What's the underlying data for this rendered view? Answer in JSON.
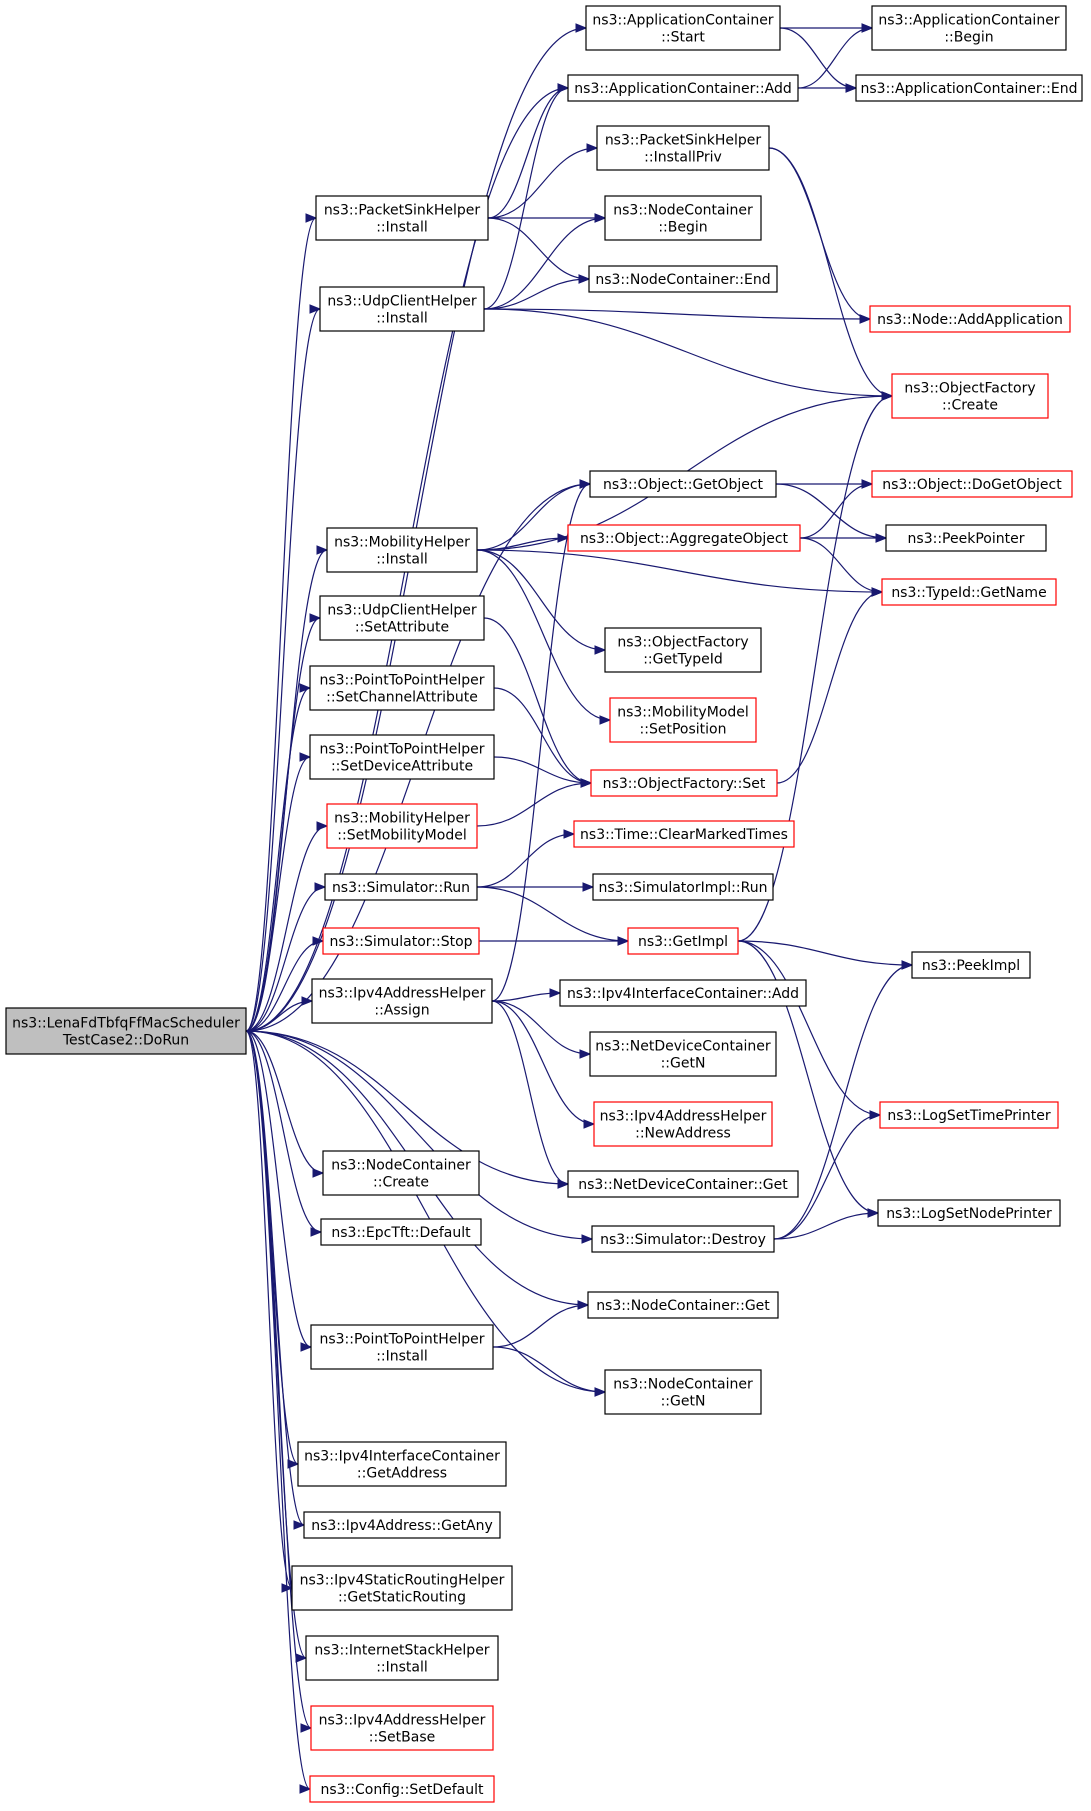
{
  "colors": {
    "edge": "#191970",
    "node_border": "#000000",
    "node_border_truncated": "#ff0000",
    "root_fill": "#bfbfbf",
    "node_fill": "#ffffff"
  },
  "nodes": [
    {
      "id": "root",
      "lines": [
        "ns3::LenaFdTbfqFfMacScheduler",
        "TestCase2::DoRun"
      ],
      "style": "root"
    },
    {
      "id": "app_start",
      "lines": [
        "ns3::ApplicationContainer",
        "::Start"
      ],
      "style": "normal"
    },
    {
      "id": "app_add",
      "lines": [
        "ns3::ApplicationContainer::Add"
      ],
      "style": "normal"
    },
    {
      "id": "app_begin",
      "lines": [
        "ns3::ApplicationContainer",
        "::Begin"
      ],
      "style": "normal"
    },
    {
      "id": "app_end",
      "lines": [
        "ns3::ApplicationContainer::End"
      ],
      "style": "normal"
    },
    {
      "id": "psh_installpriv",
      "lines": [
        "ns3::PacketSinkHelper",
        "::InstallPriv"
      ],
      "style": "normal"
    },
    {
      "id": "psh_install",
      "lines": [
        "ns3::PacketSinkHelper",
        "::Install"
      ],
      "style": "normal"
    },
    {
      "id": "nc_begin",
      "lines": [
        "ns3::NodeContainer",
        "::Begin"
      ],
      "style": "normal"
    },
    {
      "id": "nc_end",
      "lines": [
        "ns3::NodeContainer::End"
      ],
      "style": "normal"
    },
    {
      "id": "uch_install",
      "lines": [
        "ns3::UdpClientHelper",
        "::Install"
      ],
      "style": "normal"
    },
    {
      "id": "node_addapp",
      "lines": [
        "ns3::Node::AddApplication"
      ],
      "style": "truncated"
    },
    {
      "id": "of_create",
      "lines": [
        "ns3::ObjectFactory",
        "::Create"
      ],
      "style": "truncated"
    },
    {
      "id": "obj_getobject",
      "lines": [
        "ns3::Object::GetObject"
      ],
      "style": "normal"
    },
    {
      "id": "obj_dogetobject",
      "lines": [
        "ns3::Object::DoGetObject"
      ],
      "style": "truncated"
    },
    {
      "id": "mh_install",
      "lines": [
        "ns3::MobilityHelper",
        "::Install"
      ],
      "style": "normal"
    },
    {
      "id": "obj_aggregate",
      "lines": [
        "ns3::Object::AggregateObject"
      ],
      "style": "truncated"
    },
    {
      "id": "peekpointer",
      "lines": [
        "ns3::PeekPointer"
      ],
      "style": "normal"
    },
    {
      "id": "typeid_getname",
      "lines": [
        "ns3::TypeId::GetName"
      ],
      "style": "truncated"
    },
    {
      "id": "uch_setattr",
      "lines": [
        "ns3::UdpClientHelper",
        "::SetAttribute"
      ],
      "style": "normal"
    },
    {
      "id": "of_gettypeid",
      "lines": [
        "ns3::ObjectFactory",
        "::GetTypeId"
      ],
      "style": "normal"
    },
    {
      "id": "p2p_setchannel",
      "lines": [
        "ns3::PointToPointHelper",
        "::SetChannelAttribute"
      ],
      "style": "normal"
    },
    {
      "id": "mm_setposition",
      "lines": [
        "ns3::MobilityModel",
        "::SetPosition"
      ],
      "style": "truncated"
    },
    {
      "id": "p2p_setdevice",
      "lines": [
        "ns3::PointToPointHelper",
        "::SetDeviceAttribute"
      ],
      "style": "normal"
    },
    {
      "id": "of_set",
      "lines": [
        "ns3::ObjectFactory::Set"
      ],
      "style": "truncated"
    },
    {
      "id": "mh_setmobility",
      "lines": [
        "ns3::MobilityHelper",
        "::SetMobilityModel"
      ],
      "style": "truncated"
    },
    {
      "id": "time_clear",
      "lines": [
        "ns3::Time::ClearMarkedTimes"
      ],
      "style": "truncated"
    },
    {
      "id": "sim_run",
      "lines": [
        "ns3::Simulator::Run"
      ],
      "style": "normal"
    },
    {
      "id": "simimpl_run",
      "lines": [
        "ns3::SimulatorImpl::Run"
      ],
      "style": "normal"
    },
    {
      "id": "sim_stop",
      "lines": [
        "ns3::Simulator::Stop"
      ],
      "style": "truncated"
    },
    {
      "id": "getimpl",
      "lines": [
        "ns3::GetImpl"
      ],
      "style": "truncated"
    },
    {
      "id": "peekimpl",
      "lines": [
        "ns3::PeekImpl"
      ],
      "style": "normal"
    },
    {
      "id": "ipv4ah_assign",
      "lines": [
        "ns3::Ipv4AddressHelper",
        "::Assign"
      ],
      "style": "normal"
    },
    {
      "id": "ipv4ic_add",
      "lines": [
        "ns3::Ipv4InterfaceContainer::Add"
      ],
      "style": "normal"
    },
    {
      "id": "ndc_getn",
      "lines": [
        "ns3::NetDeviceContainer",
        "::GetN"
      ],
      "style": "normal"
    },
    {
      "id": "ipv4ah_newaddr",
      "lines": [
        "ns3::Ipv4AddressHelper",
        "::NewAddress"
      ],
      "style": "truncated"
    },
    {
      "id": "logsettime",
      "lines": [
        "ns3::LogSetTimePrinter"
      ],
      "style": "truncated"
    },
    {
      "id": "nc_create",
      "lines": [
        "ns3::NodeContainer",
        "::Create"
      ],
      "style": "normal"
    },
    {
      "id": "ndc_get",
      "lines": [
        "ns3::NetDeviceContainer::Get"
      ],
      "style": "normal"
    },
    {
      "id": "logsetnode",
      "lines": [
        "ns3::LogSetNodePrinter"
      ],
      "style": "normal"
    },
    {
      "id": "epctft_default",
      "lines": [
        "ns3::EpcTft::Default"
      ],
      "style": "normal"
    },
    {
      "id": "sim_destroy",
      "lines": [
        "ns3::Simulator::Destroy"
      ],
      "style": "normal"
    },
    {
      "id": "nc_get",
      "lines": [
        "ns3::NodeContainer::Get"
      ],
      "style": "normal"
    },
    {
      "id": "p2p_install",
      "lines": [
        "ns3::PointToPointHelper",
        "::Install"
      ],
      "style": "normal"
    },
    {
      "id": "nc_getn",
      "lines": [
        "ns3::NodeContainer",
        "::GetN"
      ],
      "style": "normal"
    },
    {
      "id": "ipv4ic_getaddr",
      "lines": [
        "ns3::Ipv4InterfaceContainer",
        "::GetAddress"
      ],
      "style": "normal"
    },
    {
      "id": "ipv4addr_getany",
      "lines": [
        "ns3::Ipv4Address::GetAny"
      ],
      "style": "normal"
    },
    {
      "id": "ipv4srh_getstatic",
      "lines": [
        "ns3::Ipv4StaticRoutingHelper",
        "::GetStaticRouting"
      ],
      "style": "normal"
    },
    {
      "id": "ish_install",
      "lines": [
        "ns3::InternetStackHelper",
        "::Install"
      ],
      "style": "normal"
    },
    {
      "id": "ipv4ah_setbase",
      "lines": [
        "ns3::Ipv4AddressHelper",
        "::SetBase"
      ],
      "style": "truncated"
    },
    {
      "id": "config_setdefault",
      "lines": [
        "ns3::Config::SetDefault"
      ],
      "style": "truncated"
    }
  ],
  "edges": [
    [
      "root",
      "app_start"
    ],
    [
      "root",
      "app_add"
    ],
    [
      "root",
      "psh_install"
    ],
    [
      "root",
      "uch_install"
    ],
    [
      "root",
      "obj_getobject"
    ],
    [
      "root",
      "mh_install"
    ],
    [
      "root",
      "uch_setattr"
    ],
    [
      "root",
      "p2p_setchannel"
    ],
    [
      "root",
      "p2p_setdevice"
    ],
    [
      "root",
      "mh_setmobility"
    ],
    [
      "root",
      "sim_run"
    ],
    [
      "root",
      "sim_stop"
    ],
    [
      "root",
      "ipv4ah_assign"
    ],
    [
      "root",
      "ndc_get"
    ],
    [
      "root",
      "nc_create"
    ],
    [
      "root",
      "epctft_default"
    ],
    [
      "root",
      "sim_destroy"
    ],
    [
      "root",
      "nc_get"
    ],
    [
      "root",
      "p2p_install"
    ],
    [
      "root",
      "nc_getn"
    ],
    [
      "root",
      "ipv4ic_getaddr"
    ],
    [
      "root",
      "ipv4addr_getany"
    ],
    [
      "root",
      "ipv4srh_getstatic"
    ],
    [
      "root",
      "ish_install"
    ],
    [
      "root",
      "ipv4ah_setbase"
    ],
    [
      "root",
      "config_setdefault"
    ],
    [
      "app_start",
      "app_begin"
    ],
    [
      "app_start",
      "app_end"
    ],
    [
      "app_add",
      "app_begin"
    ],
    [
      "app_add",
      "app_end"
    ],
    [
      "psh_install",
      "app_add"
    ],
    [
      "psh_install",
      "psh_installpriv"
    ],
    [
      "psh_install",
      "nc_begin"
    ],
    [
      "psh_install",
      "nc_end"
    ],
    [
      "psh_installpriv",
      "node_addapp"
    ],
    [
      "psh_installpriv",
      "of_create"
    ],
    [
      "uch_install",
      "app_add"
    ],
    [
      "uch_install",
      "nc_begin"
    ],
    [
      "uch_install",
      "nc_end"
    ],
    [
      "uch_install",
      "node_addapp"
    ],
    [
      "uch_install",
      "of_create"
    ],
    [
      "obj_getobject",
      "obj_dogetobject"
    ],
    [
      "obj_getobject",
      "peekpointer"
    ],
    [
      "mh_install",
      "of_create"
    ],
    [
      "mh_install",
      "obj_getobject"
    ],
    [
      "mh_install",
      "obj_aggregate"
    ],
    [
      "mh_install",
      "typeid_getname"
    ],
    [
      "mh_install",
      "of_gettypeid"
    ],
    [
      "mh_install",
      "mm_setposition"
    ],
    [
      "obj_aggregate",
      "obj_dogetobject"
    ],
    [
      "obj_aggregate",
      "peekpointer"
    ],
    [
      "obj_aggregate",
      "typeid_getname"
    ],
    [
      "uch_setattr",
      "of_set"
    ],
    [
      "p2p_setchannel",
      "of_set"
    ],
    [
      "p2p_setdevice",
      "of_set"
    ],
    [
      "mh_setmobility",
      "of_set"
    ],
    [
      "of_set",
      "typeid_getname"
    ],
    [
      "sim_run",
      "time_clear"
    ],
    [
      "sim_run",
      "simimpl_run"
    ],
    [
      "sim_run",
      "getimpl"
    ],
    [
      "sim_stop",
      "getimpl"
    ],
    [
      "getimpl",
      "of_create"
    ],
    [
      "getimpl",
      "peekimpl"
    ],
    [
      "getimpl",
      "logsettime"
    ],
    [
      "getimpl",
      "logsetnode"
    ],
    [
      "ipv4ah_assign",
      "obj_getobject"
    ],
    [
      "ipv4ah_assign",
      "ipv4ic_add"
    ],
    [
      "ipv4ah_assign",
      "ndc_getn"
    ],
    [
      "ipv4ah_assign",
      "ipv4ah_newaddr"
    ],
    [
      "ipv4ah_assign",
      "ndc_get"
    ],
    [
      "sim_destroy",
      "peekimpl"
    ],
    [
      "sim_destroy",
      "logsettime"
    ],
    [
      "sim_destroy",
      "logsetnode"
    ],
    [
      "p2p_install",
      "nc_get"
    ],
    [
      "p2p_install",
      "nc_getn"
    ]
  ]
}
